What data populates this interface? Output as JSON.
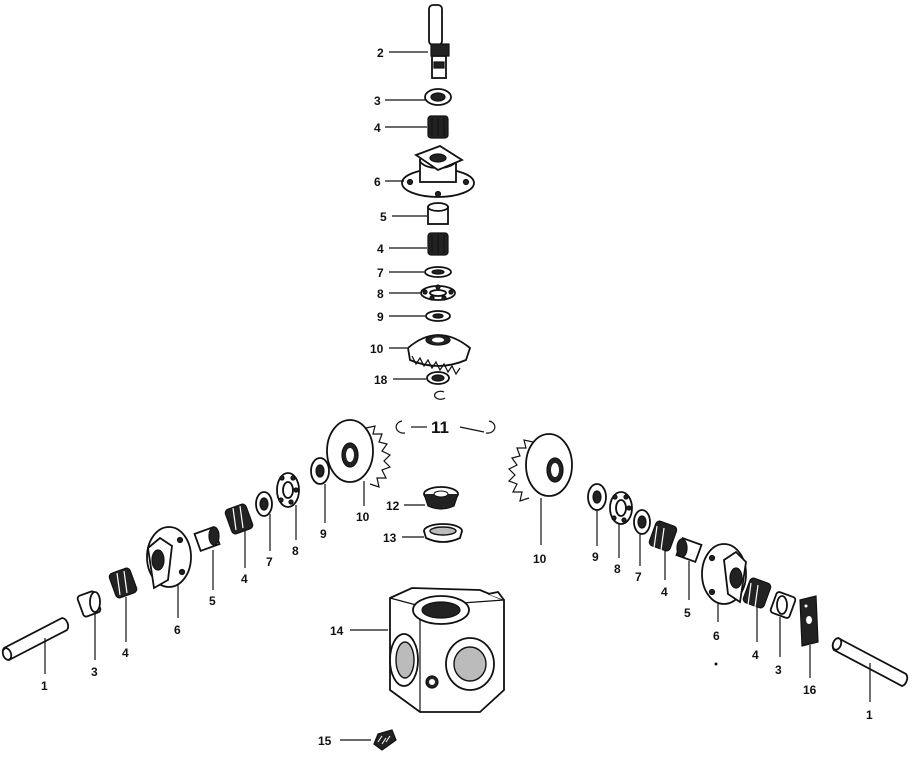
{
  "diagram": {
    "callouts": {
      "c2": "2",
      "c3_top": "3",
      "c4_top1": "4",
      "c6_top": "6",
      "c5_top": "5",
      "c4_top2": "4",
      "c7_top": "7",
      "c8_top": "8",
      "c9_top": "9",
      "c10_top": "10",
      "c18": "18",
      "c11": "11",
      "c10_left": "10",
      "c9_left": "9",
      "c8_left": "8",
      "c7_left": "7",
      "c4_left1": "4",
      "c5_left": "5",
      "c6_left": "6",
      "c4_left2": "4",
      "c3_left": "3",
      "c1_left": "1",
      "c12": "12",
      "c13": "13",
      "c14": "14",
      "c15": "15",
      "c10_right": "10",
      "c9_right": "9",
      "c8_right": "8",
      "c7_right": "7",
      "c4_right1": "4",
      "c5_right": "5",
      "c6_right": "6",
      "c4_right2": "4",
      "c3_right": "3",
      "c16": "16",
      "c1_right": "1"
    }
  }
}
